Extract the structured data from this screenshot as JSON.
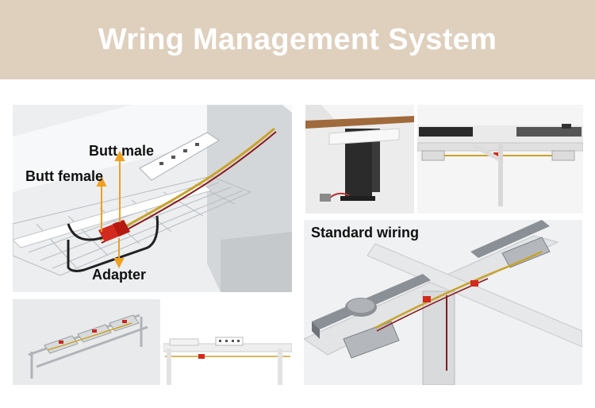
{
  "banner": {
    "title": "Wring Management System",
    "background": "#dfcfbd",
    "text_color": "#ffffff"
  },
  "main_photo": {
    "callouts": {
      "butt_male": "Butt male",
      "butt_female": "Butt female",
      "adapter": "Adapter"
    },
    "arrow_color": "#f0a020"
  },
  "standard_photo": {
    "label": "Standard wiring"
  }
}
